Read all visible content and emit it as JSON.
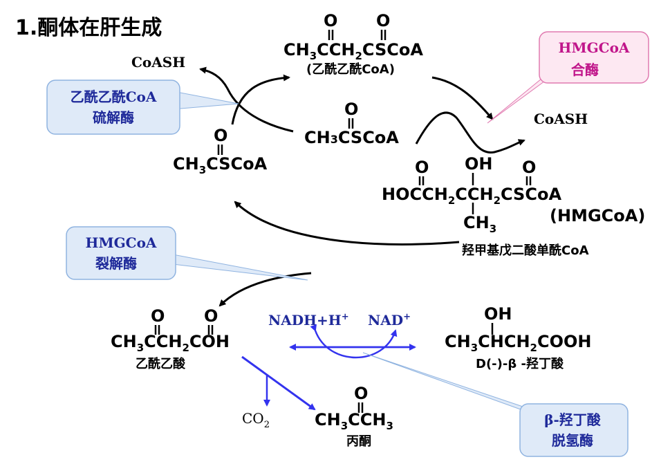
{
  "title": "1.酮体在肝生成",
  "colors": {
    "arrow_black": "#000000",
    "arrow_blue": "#3333ee",
    "callout_fill": "#dfeaf8",
    "callout_border": "#8fb3e0",
    "hmg_synthase_fill": "#fde8f2",
    "hmg_synthase_border": "#e07ab0",
    "enzyme_text": "#1f2a9a",
    "synthase_text": "#c0158a"
  },
  "compounds": {
    "acetoacetyl_coa": {
      "o1": "O",
      "o2": "O",
      "f1": "CH",
      "s1": "3",
      "f2": "CCH",
      "s2": "2",
      "f3": "CSCoA",
      "name": "(乙酰乙酰CoA)"
    },
    "acetyl_coa_mid": {
      "o": "O",
      "f1": "CH",
      "s1": "3",
      "f2": "CSCoA"
    },
    "acetyl_coa_left": {
      "o": "O",
      "f1": "CH",
      "s1": "3",
      "f2": "CSCoA"
    },
    "hmg_coa": {
      "o1": "O",
      "oh": "OH",
      "o2": "O",
      "f1": "HOCCH",
      "s1": "2",
      "f2": "CCH",
      "s2": "2",
      "f3": "CSCoA",
      "ch3": "CH",
      "ch3_sub": "3",
      "abbr": "(HMGCoA)",
      "name": "羟甲基戊二酸单酰CoA"
    },
    "acetoacetate": {
      "o1": "O",
      "o2": "O",
      "f1": "CH",
      "s1": "3",
      "f2": "CCH",
      "s2": "2",
      "f3": "COH",
      "name": "乙酰乙酸"
    },
    "hydroxybutyrate": {
      "oh": "OH",
      "f1": "CH",
      "s1": "3",
      "f2": "CHCH",
      "s2": "2",
      "f3": "COOH",
      "name": "D(-)-β -羟丁酸"
    },
    "acetone": {
      "o": "O",
      "f1": "CH",
      "s1": "3",
      "f2": "CCH",
      "s2": "3",
      "name": "丙酮"
    }
  },
  "side_products": {
    "coash_left": "CoASH",
    "coash_right": "CoASH",
    "nadh": "NADH+H",
    "nadh_sup": "+",
    "nad": "NAD",
    "nad_sup": "+",
    "co2": "CO",
    "co2_sub": "2"
  },
  "enzymes": {
    "thiolase": {
      "line1": "乙酰乙酰CoA",
      "line2": "硫解酶"
    },
    "hmg_synthase": {
      "line1": "HMGCoA",
      "line2": "合酶"
    },
    "hmg_lyase": {
      "line1": "HMGCoA",
      "line2": "裂解酶"
    },
    "bhb_dehydrogenase": {
      "line1": "β-羟丁酸",
      "line2": "脱氢酶"
    }
  }
}
